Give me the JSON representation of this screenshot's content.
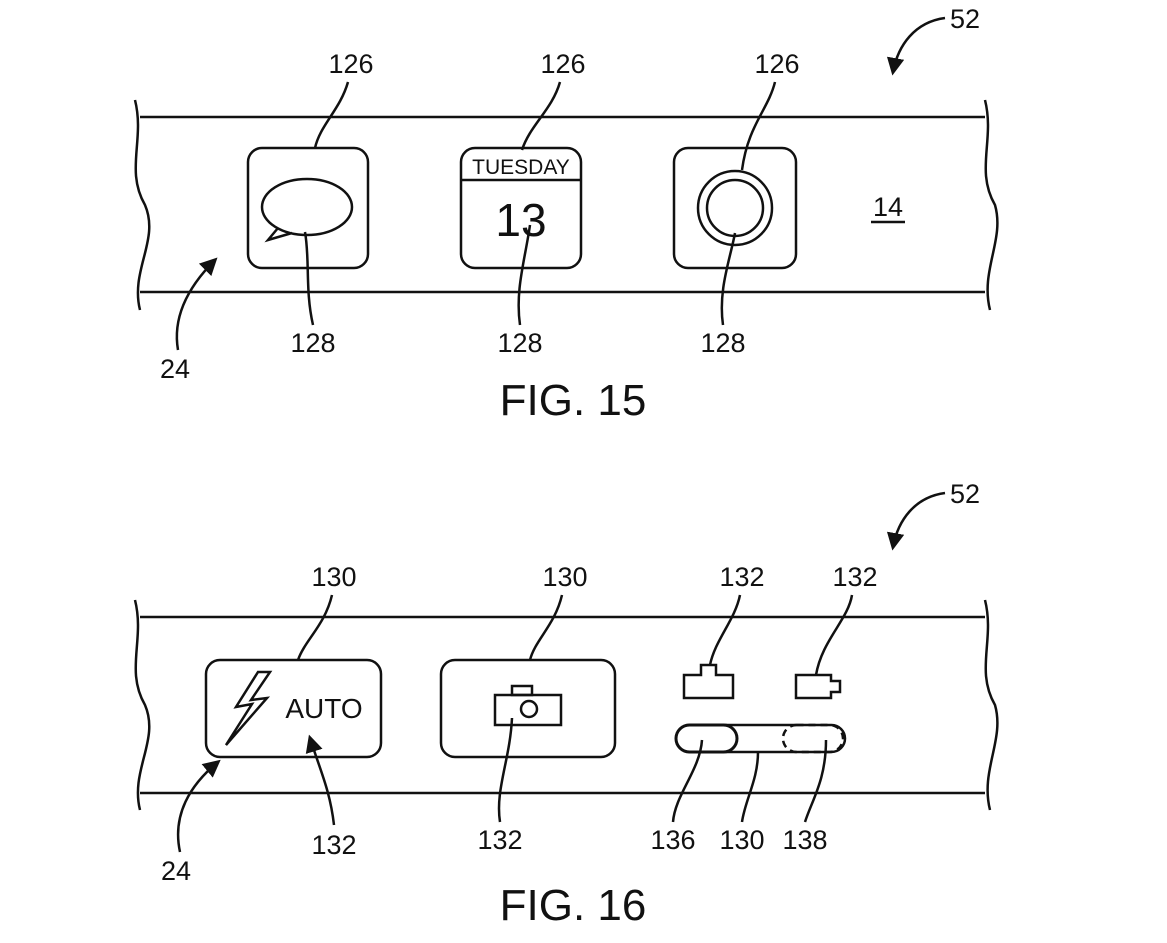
{
  "fig15": {
    "caption": "FIG. 15",
    "assembly_ref": "52",
    "band_ref": "24",
    "surface_ref": "14",
    "icon_refs": [
      "126",
      "126",
      "126"
    ],
    "glyph_refs": [
      "128",
      "128",
      "128"
    ],
    "calendar": {
      "day": "TUESDAY",
      "date": "13"
    },
    "icons": [
      "message-bubble-icon",
      "calendar-icon",
      "camera-shutter-icon"
    ]
  },
  "fig16": {
    "caption": "FIG. 16",
    "assembly_ref": "52",
    "band_ref": "24",
    "control_refs": [
      "130",
      "130",
      "132",
      "132"
    ],
    "bottom_refs": [
      "132",
      "132",
      "136",
      "130",
      "138"
    ],
    "flash_label": "AUTO",
    "icons": [
      "lightning-icon",
      "camera-icon",
      "still-camera-icon",
      "video-camera-icon"
    ]
  },
  "colors": {
    "line": "#111111",
    "background": "#ffffff"
  }
}
